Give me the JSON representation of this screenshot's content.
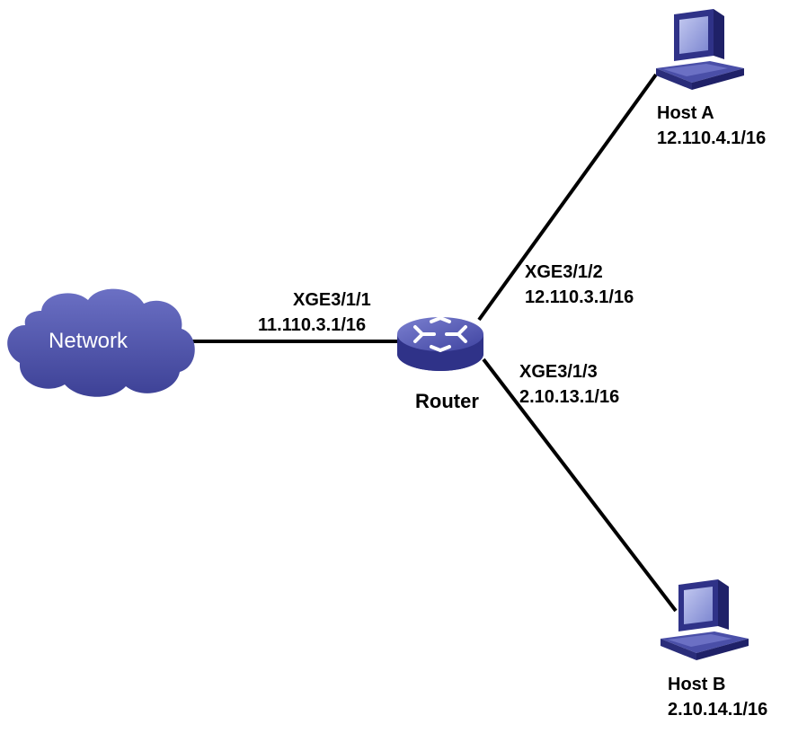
{
  "network": {
    "label": "Network"
  },
  "router": {
    "label": "Router",
    "interfaces": [
      {
        "name": "XGE3/1/1",
        "ip": "11.110.3.1/16"
      },
      {
        "name": "XGE3/1/2",
        "ip": "12.110.3.1/16"
      },
      {
        "name": "XGE3/1/3",
        "ip": "2.10.13.1/16"
      }
    ]
  },
  "hosts": [
    {
      "name": "Host A",
      "ip": "12.110.4.1/16"
    },
    {
      "name": "Host B",
      "ip": "2.10.14.1/16"
    }
  ],
  "colors": {
    "device_blue": "#4a4fa8",
    "device_dark": "#2a2d7a",
    "screen": "#9aa4e0",
    "link": "#000000",
    "cloud_text": "#ffffff"
  }
}
